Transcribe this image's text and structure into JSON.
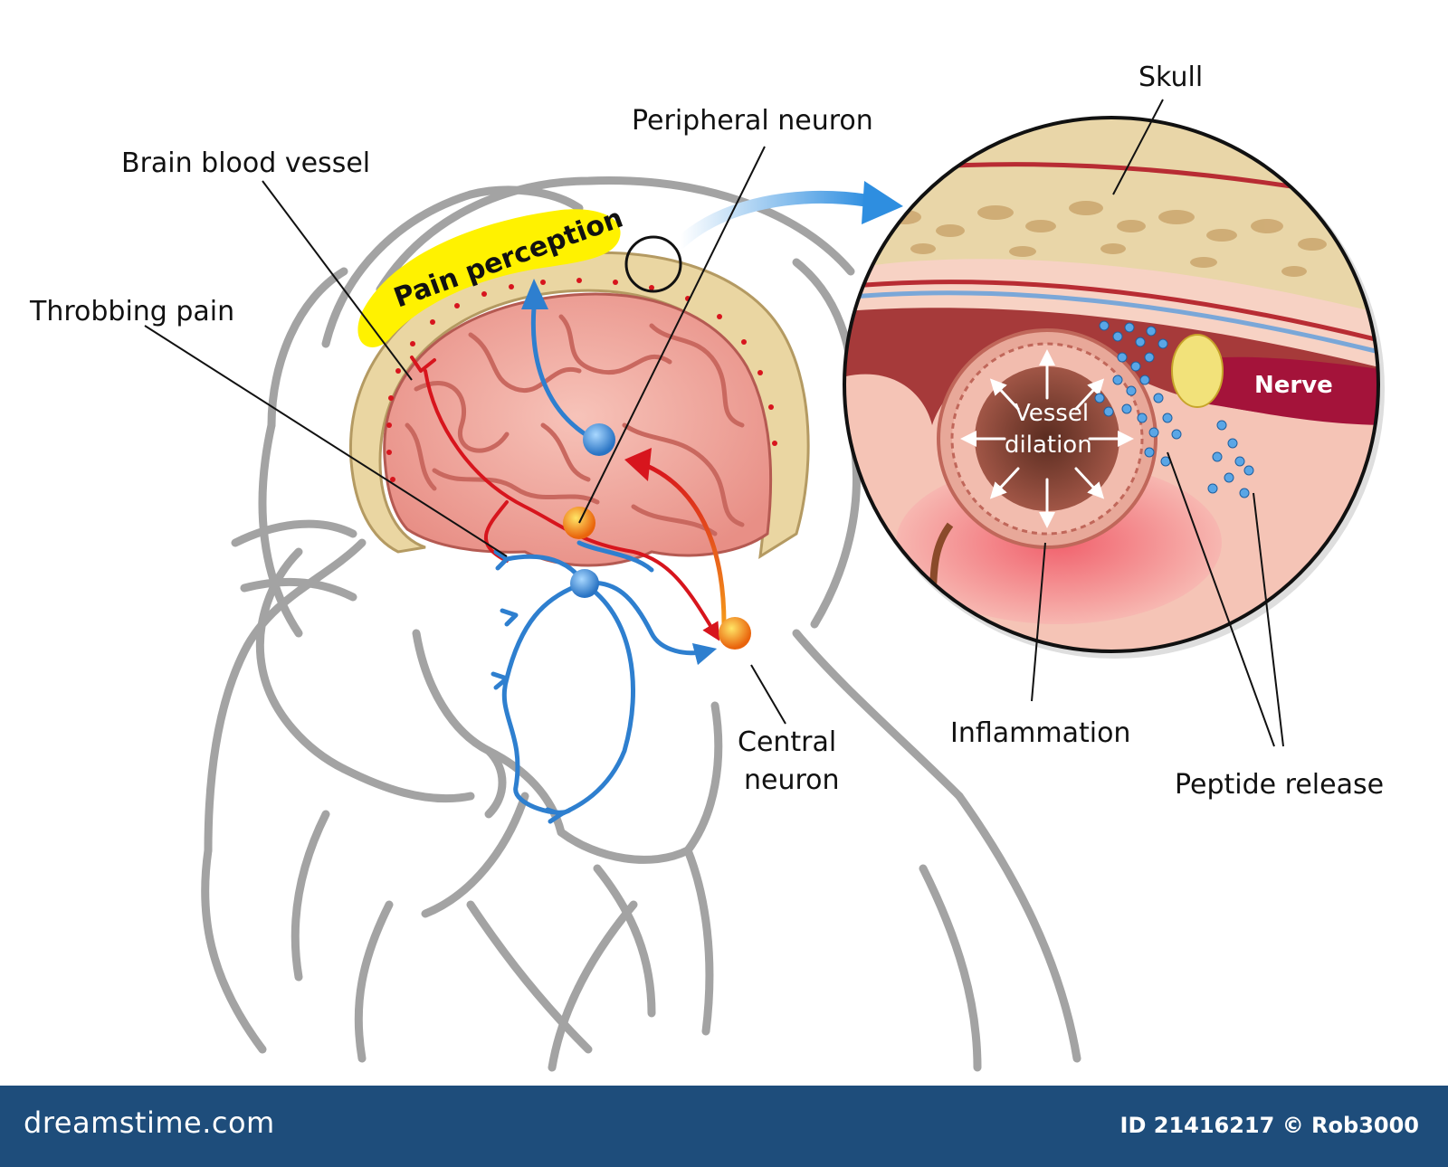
{
  "labels": {
    "skull": "Skull",
    "peripheral_neuron": "Peripheral neuron",
    "brain_blood_vessel": "Brain blood vessel",
    "throbbing_pain": "Throbbing pain",
    "pain_perception": "Pain perception",
    "nerve": "Nerve",
    "vessel_dilation_line1": "Vessel",
    "vessel_dilation_line2": "dilation",
    "central_neuron_line1": "Central",
    "central_neuron_line2": "neuron",
    "inflammation": "Inflammation",
    "peptide_release": "Peptide release"
  },
  "footer": {
    "brand": "dreamstime.com",
    "credit": "ID 21416217 © Rob3000"
  },
  "colors": {
    "outline": "#9d9d9d",
    "brain": "#f2a9a0",
    "skull": "#ecd9a6",
    "artery": "#d7151d",
    "neuron_blue": "#2e7fcf",
    "highlight": "#fff200",
    "footer": "#1e4d7b"
  }
}
